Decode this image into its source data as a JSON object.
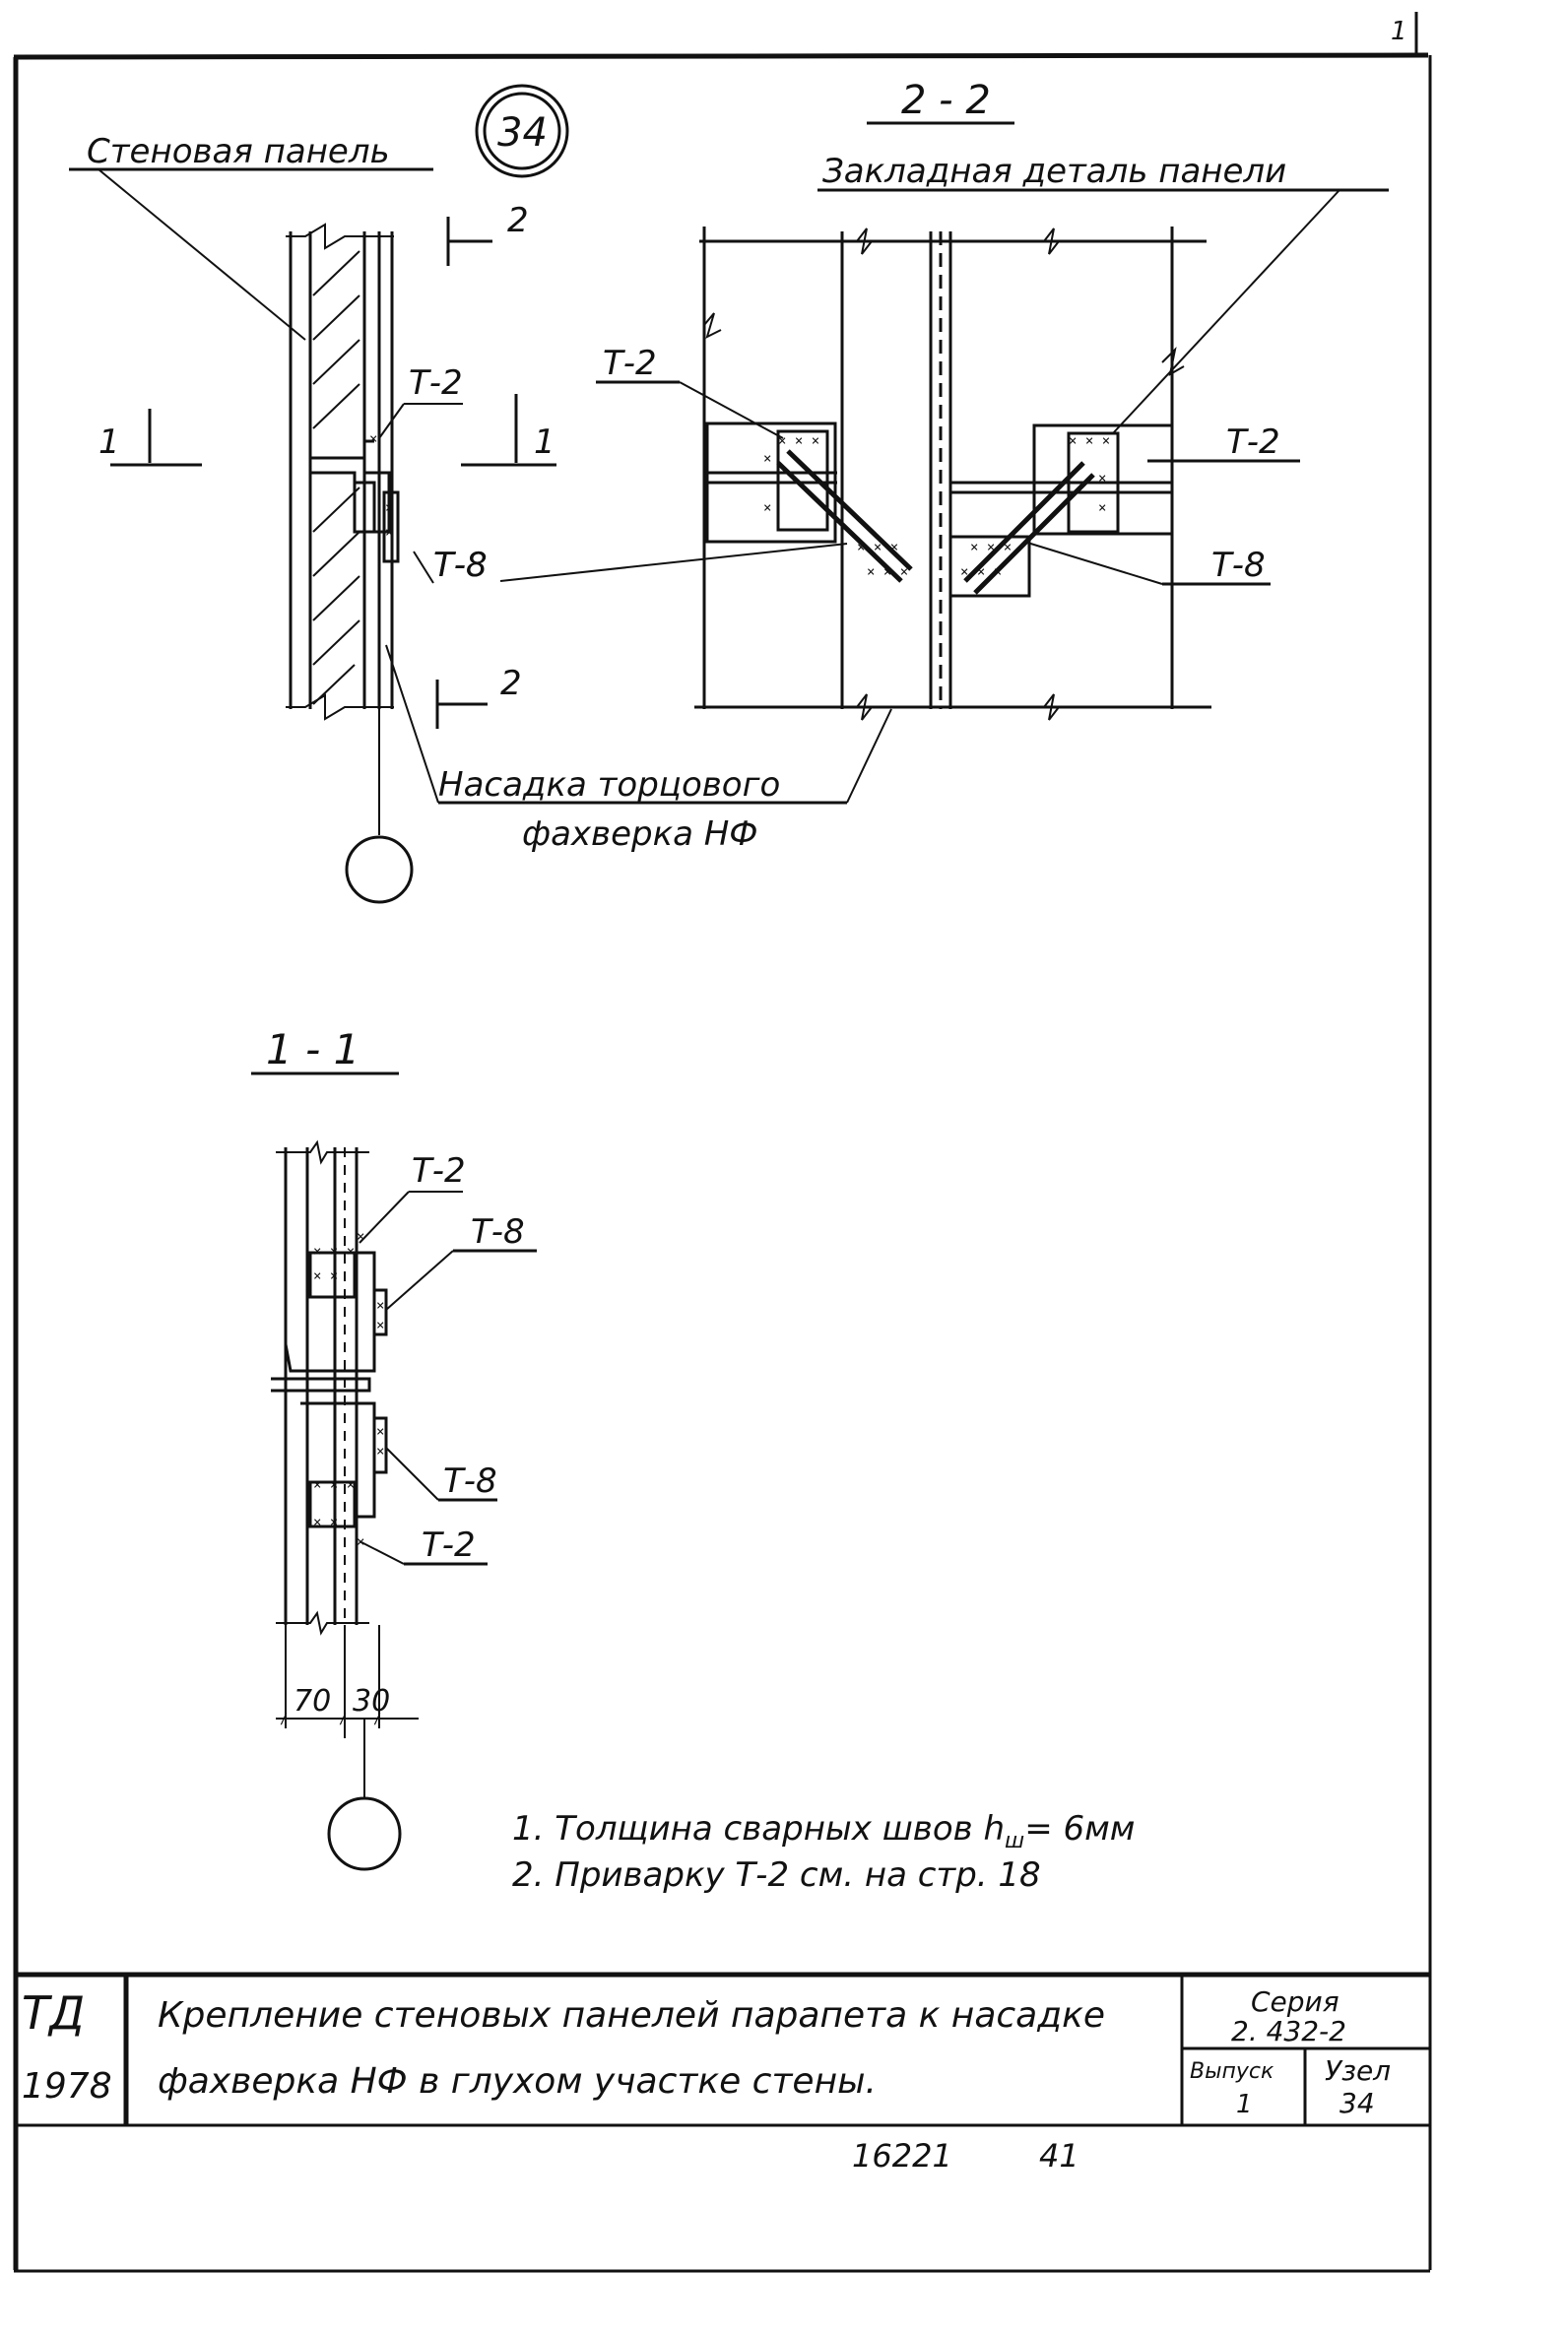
{
  "page_number": "1",
  "node_number": "34",
  "labels": {
    "wall_panel": "Стеновая панель",
    "section_2_2": "2 - 2",
    "embedded_part": "Закладная деталь панели",
    "section_mark": "2",
    "cut_mark": "1",
    "t2": "Т-2",
    "t8": "Т-8",
    "nozzle_line1": "Насадка торцового",
    "nozzle_line2": "фахверка НФ",
    "section_1_1": "1 - 1",
    "dim_70": "70",
    "dim_30": "30"
  },
  "notes": [
    "1.  Толщина сварных швов  h",
    "2.  Приварку Т-2 см.  на стр. 18"
  ],
  "note_sub": "ш",
  "note_tail": "= 6мм",
  "title_block": {
    "org_line1": "ТД",
    "org_line2": "1978",
    "title_line1": "Крепление стеновых панелей парапета к насадке",
    "title_line2": "фахверка НФ в глухом участке стены.",
    "series_label": "Серия",
    "series_value": "2. 432-2",
    "issue_label": "Выпуск",
    "issue_value": "1",
    "node_label": "Узел",
    "node_value": "34"
  },
  "footer": {
    "code": "16221",
    "sheet": "41"
  }
}
